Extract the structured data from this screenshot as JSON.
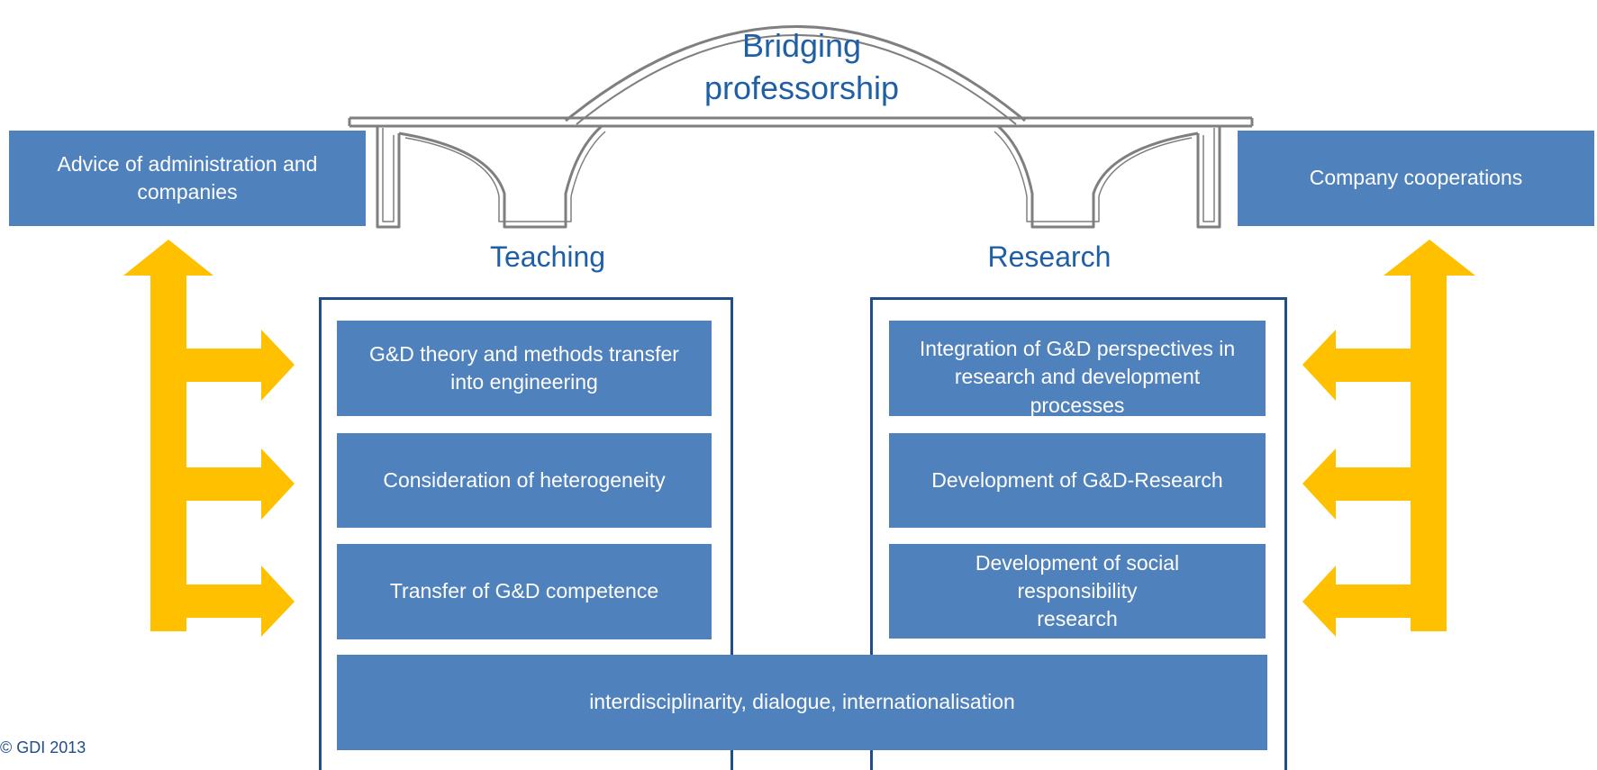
{
  "title": "Bridging\nprofessorship",
  "left_box": "Advice of administration and\ncompanies",
  "right_box": "Company cooperations",
  "teaching": {
    "heading": "Teaching",
    "items": [
      "G&D theory and methods transfer\ninto engineering",
      "Consideration of heterogeneity",
      "Transfer of G&D competence"
    ]
  },
  "research": {
    "heading": "Research",
    "items": [
      "Integration of G&D perspectives in\nresearch and development\nprocesses",
      "Development of G&D-Research",
      "Development of social\nresponsibility\nresearch"
    ]
  },
  "bottom_bar": "interdisciplinarity, dialogue, internationalisation",
  "footer": "© GDI 2013",
  "colors": {
    "box_fill": "#4f81bd",
    "heading_text": "#1f5fa6",
    "pillar_border": "#1f4e89",
    "arrow": "#ffc000",
    "bridge_outline": "#7f7f7f"
  }
}
